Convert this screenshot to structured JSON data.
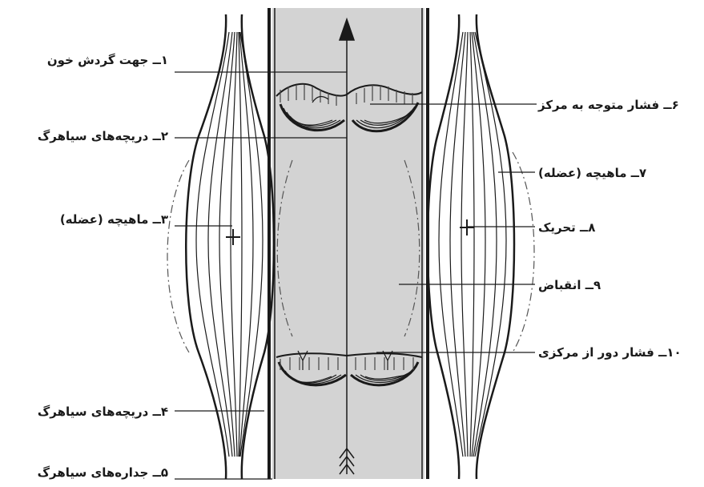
{
  "labels": {
    "l1": "۱ــ جهت گردش خون",
    "l2": "۲ــ دریچه‌های سیاهرگ",
    "l3": "۳ــ ماهیچه (عضله)",
    "l4": "۴ــ دریچه‌های سیاهرگ",
    "l5": "۵ــ جدارە‌های سیاهرگ",
    "l6": "۶ــ فشار متوجه به مرکز",
    "l7": "۷ــ ماهیچه (عضله)",
    "l8": "۸ــ تحریک",
    "l9": "۹ــ انقباض",
    "l10": "۱۰ــ فشار دور از مرکزی"
  },
  "colors": {
    "vein_fill": "#d3d3d3",
    "ink": "#1a1a1a",
    "background": "#ffffff"
  }
}
